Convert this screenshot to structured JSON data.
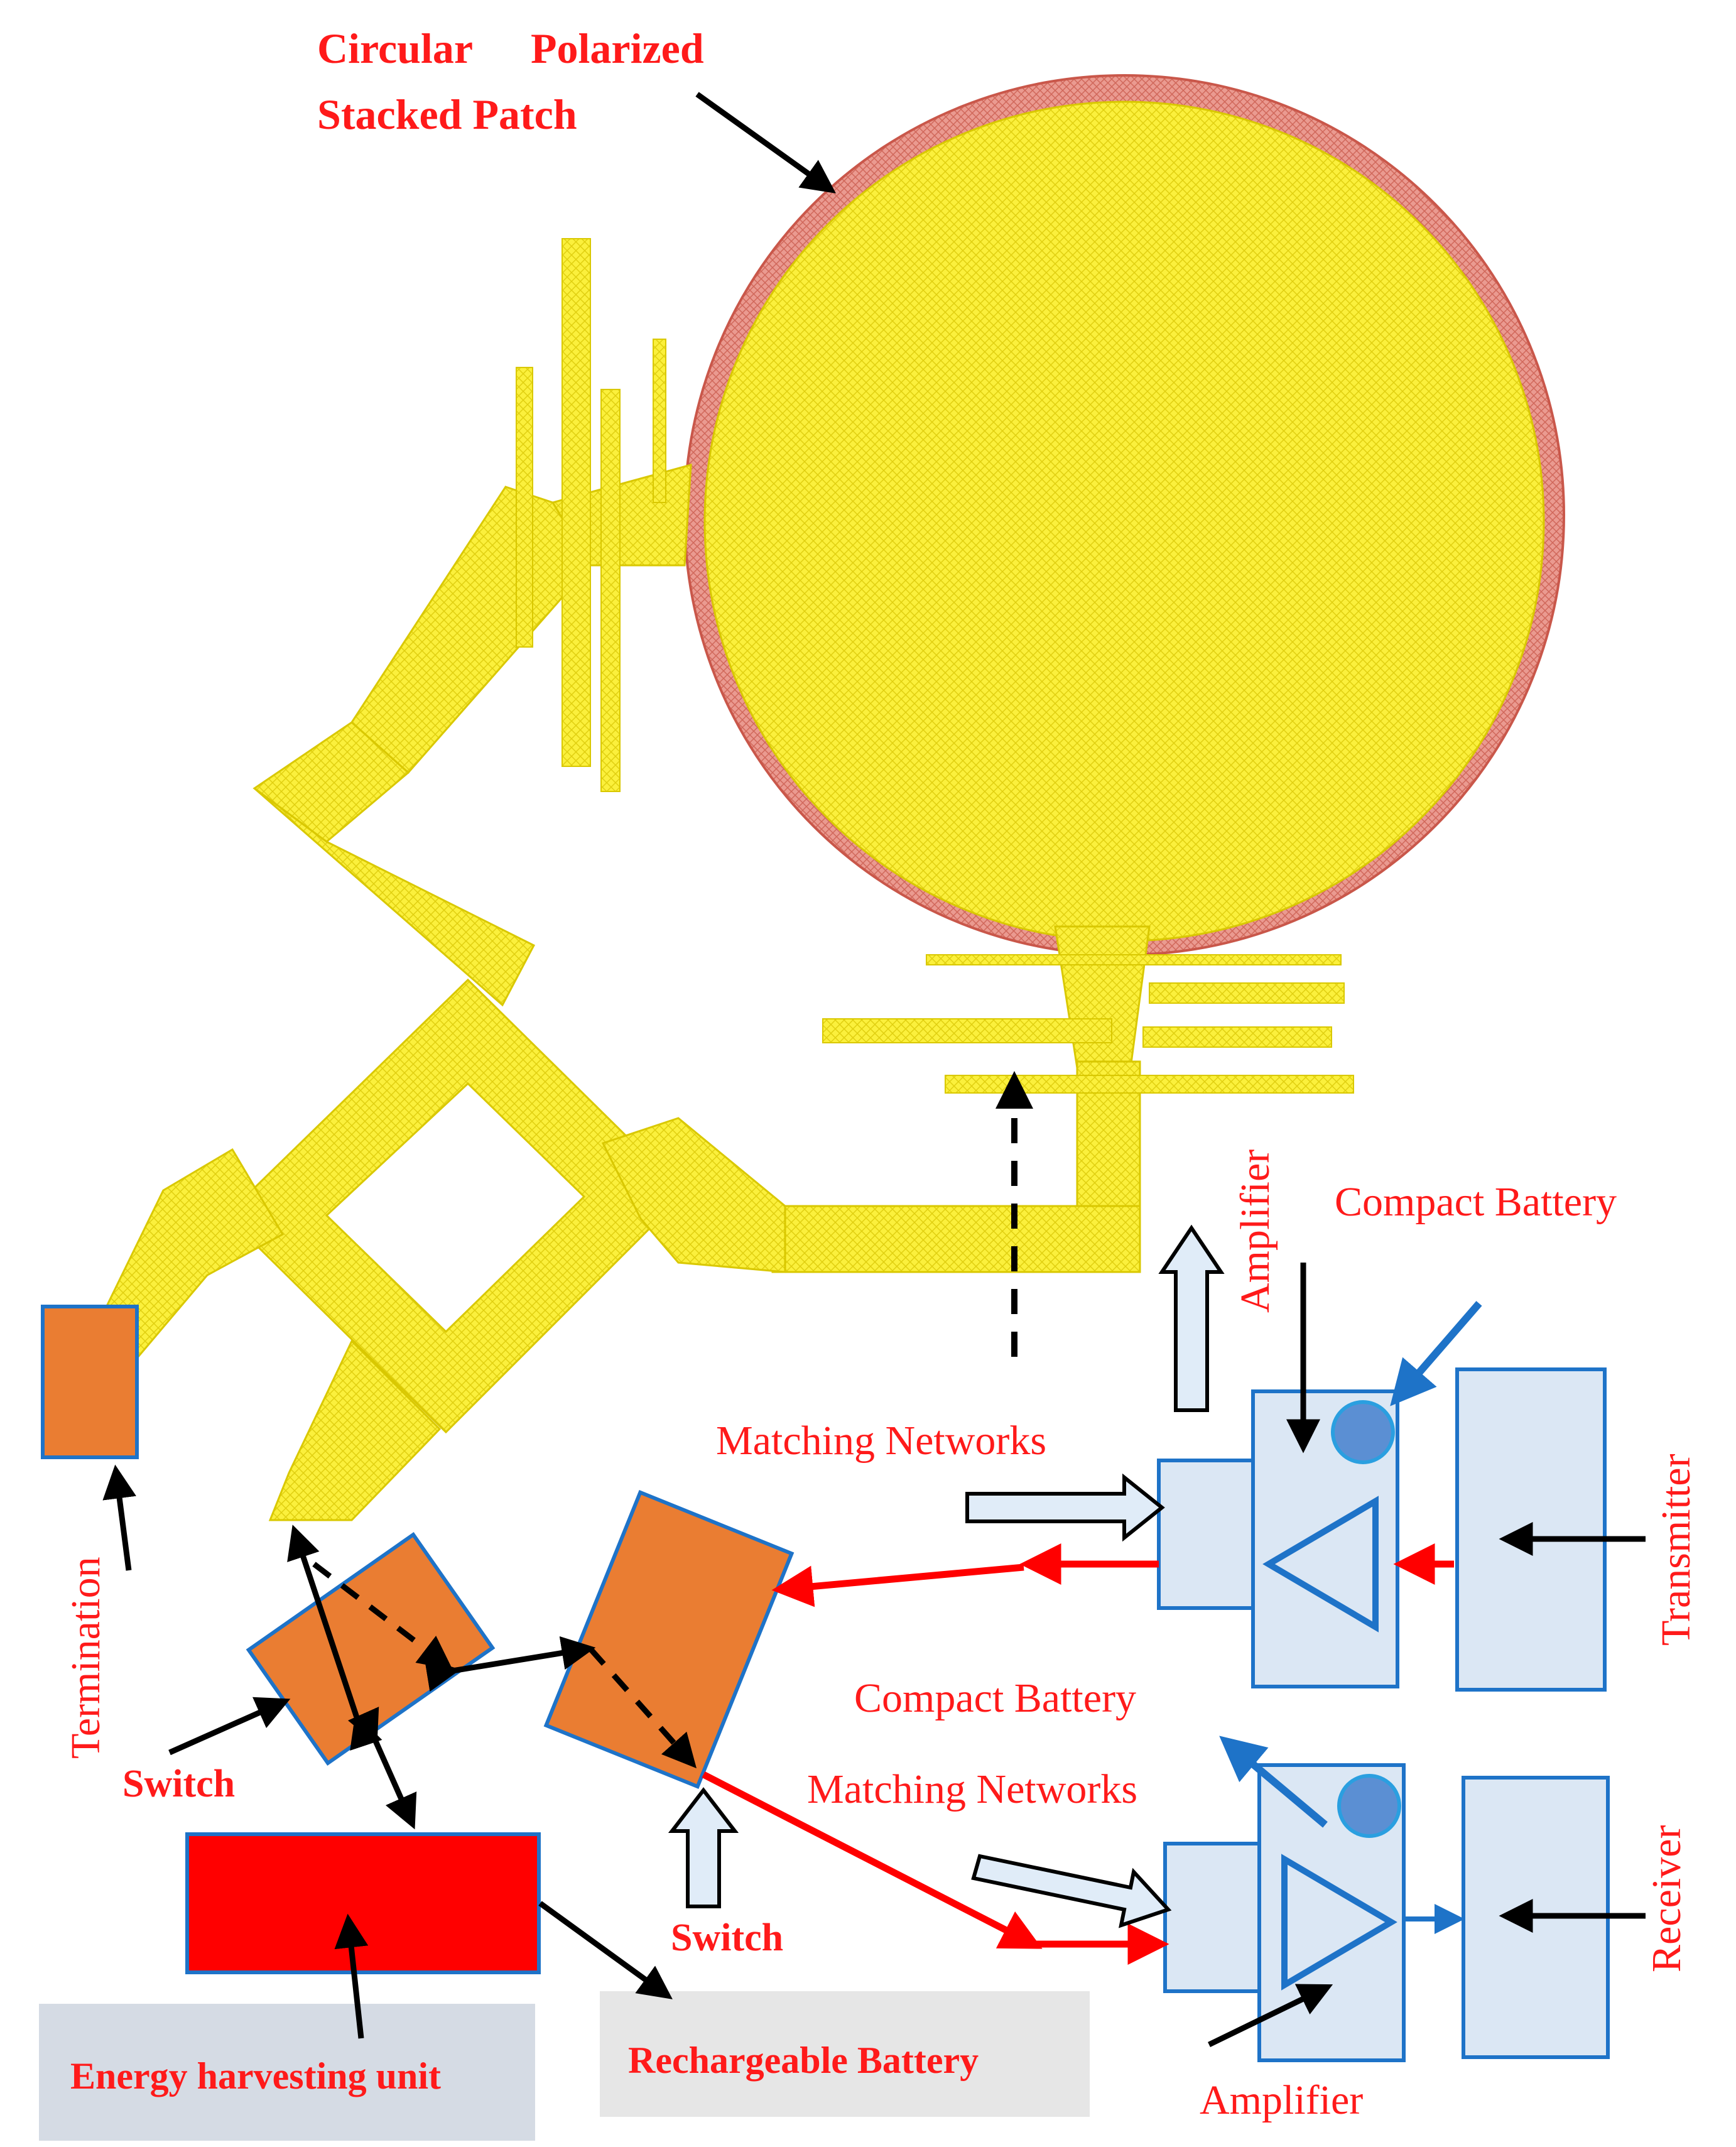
{
  "labels": {
    "patch_line1": "Circular",
    "patch_line2": "Polarized",
    "patch_line3": "Stacked Patch",
    "compact_battery_tx": "Compact Battery",
    "compact_battery_rx": "Compact Battery",
    "amplifier_tx": "Amplifier",
    "amplifier_rx": "Amplifier",
    "matching_networks_tx": "Matching Networks",
    "matching_networks_rx": "Matching Networks",
    "transmitter": "Transmitter",
    "receiver": "Receiver",
    "termination": "Termination",
    "switch_left": "Switch",
    "switch_right": "Switch",
    "energy_harvesting": "Energy harvesting unit",
    "rechargeable_battery": "Rechargeable Battery"
  },
  "colors": {
    "label_red": "#ff1a1a",
    "patch_yellow": "#fbf03c",
    "patch_ring": "#e4857a",
    "block_fill": "#dbe7f4",
    "block_stroke": "#1e73c8",
    "switch_orange": "#ea7d32",
    "energy_red": "#ff0000",
    "label_box_gray": "#d5dbe4"
  }
}
